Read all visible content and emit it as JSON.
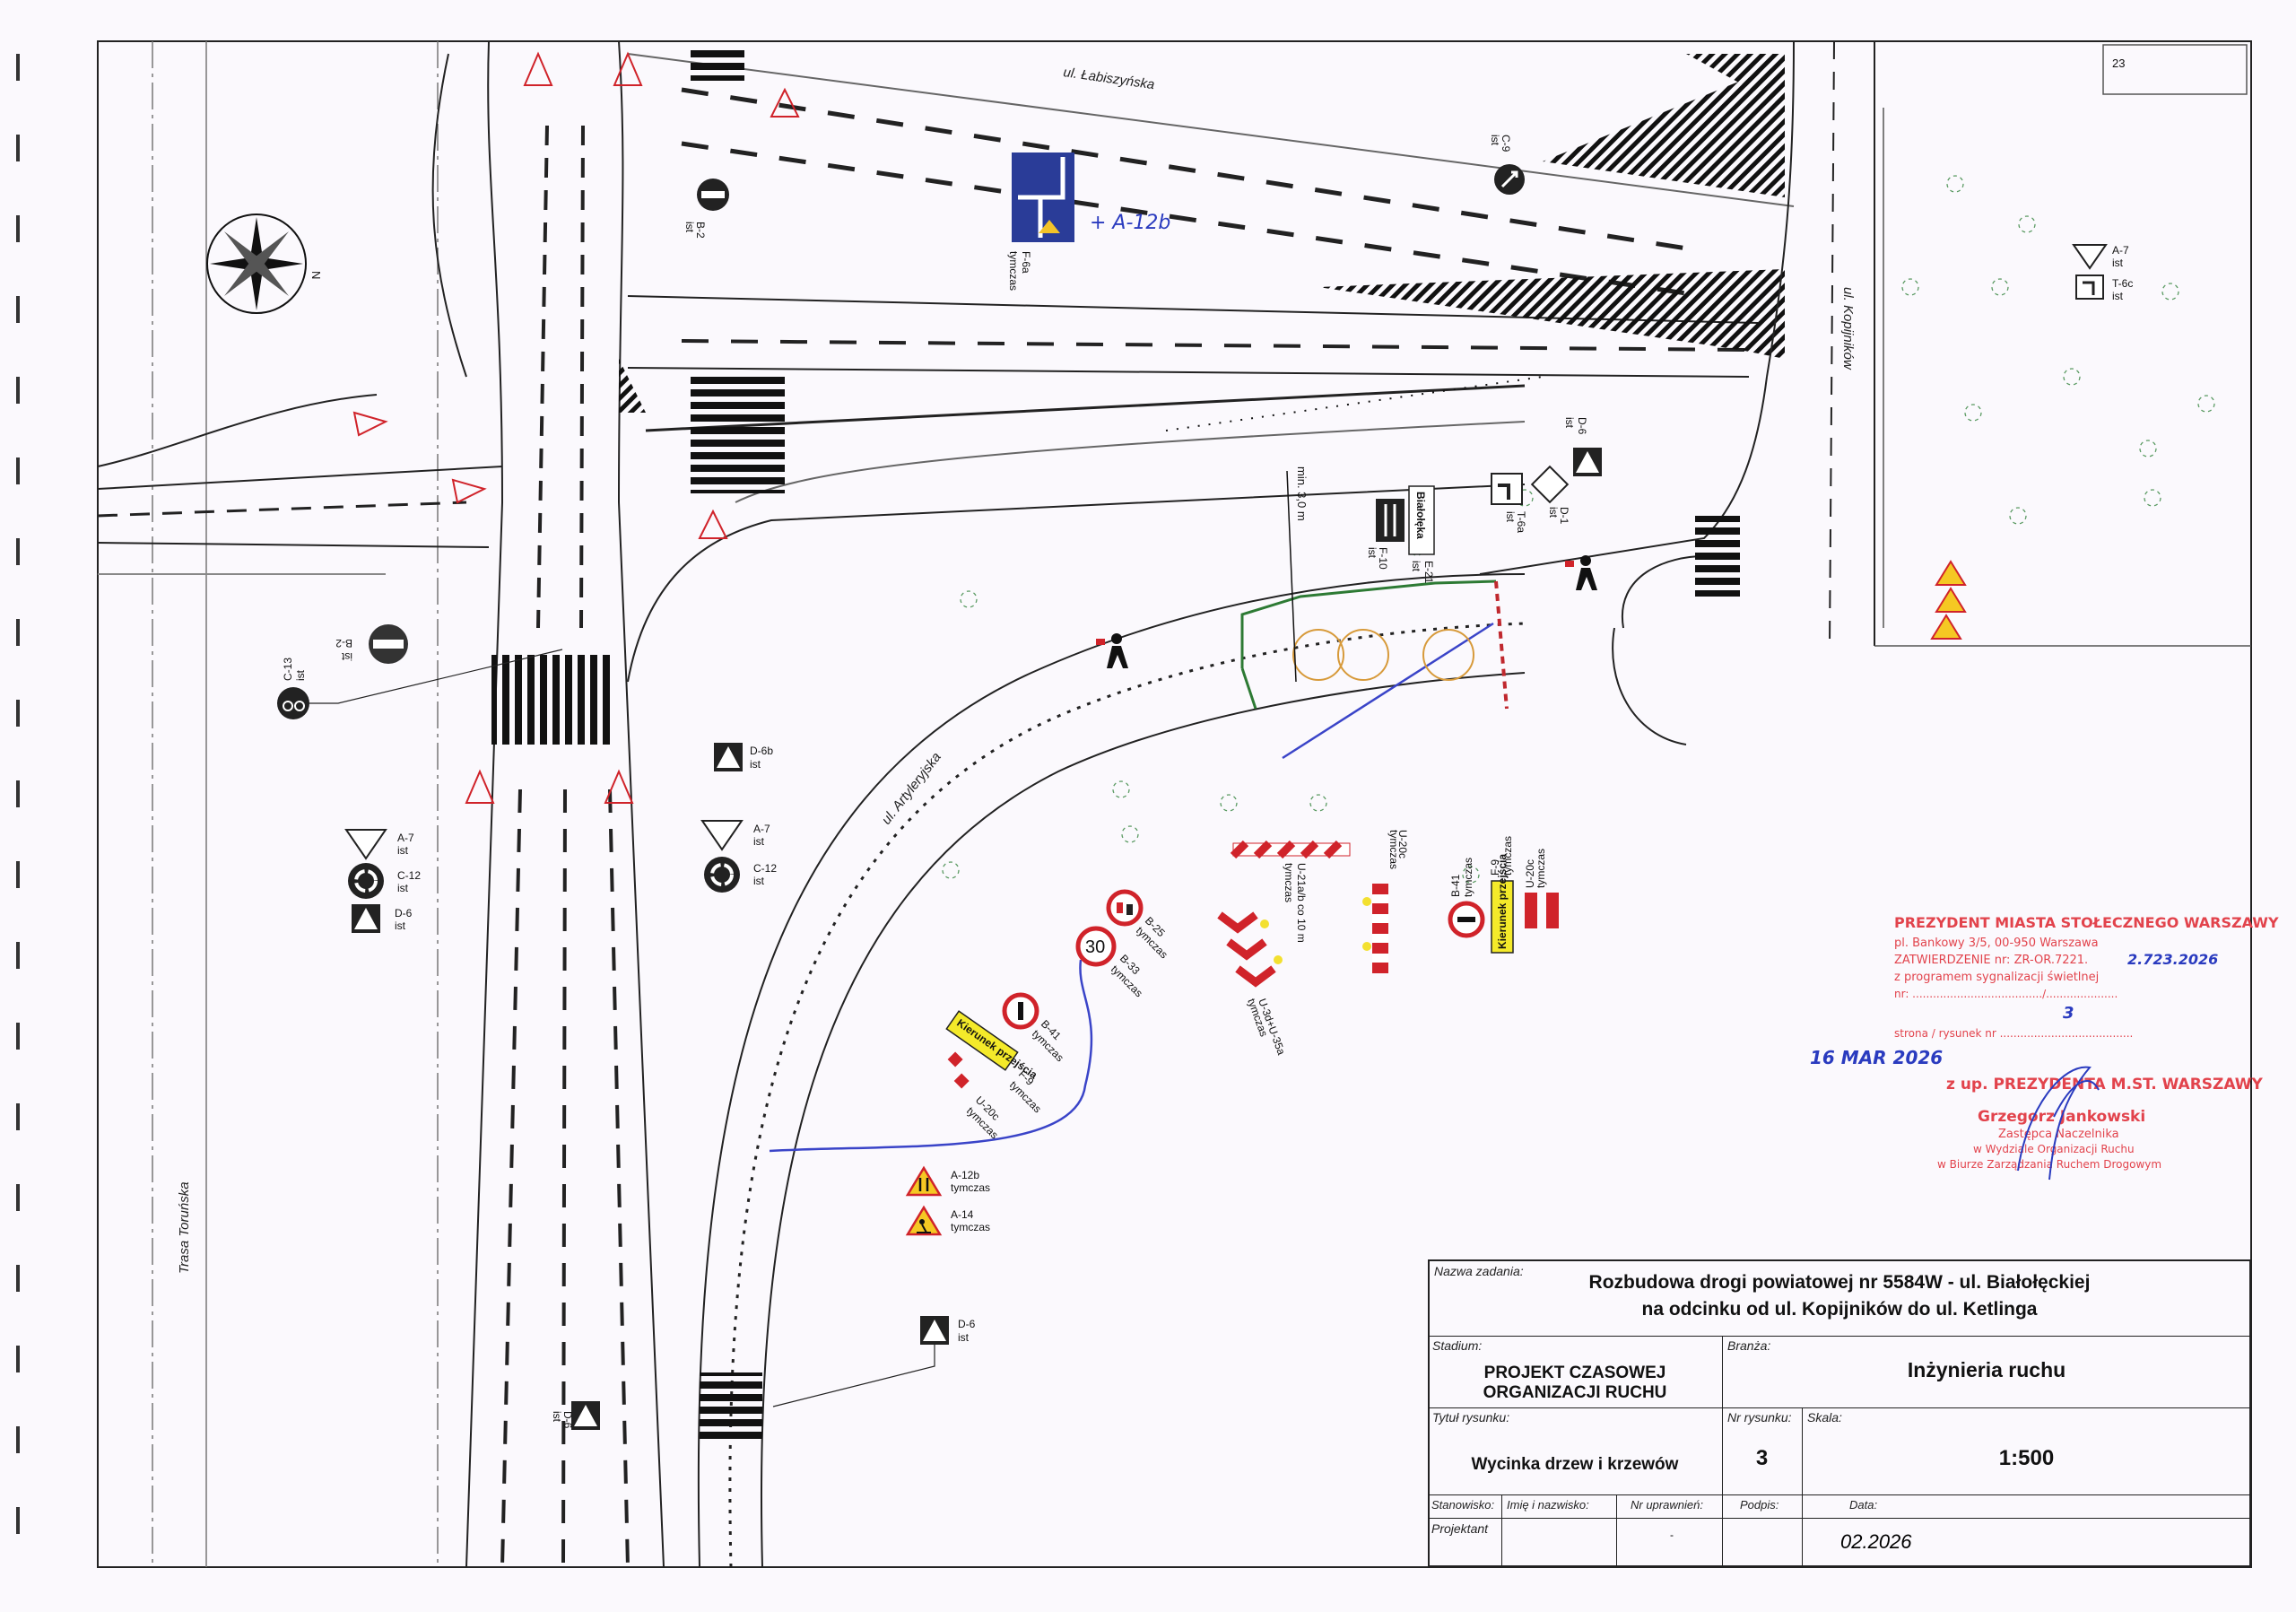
{
  "drawing": {
    "streets": {
      "labiszynska": "ul. Łabiszyńska",
      "kopijnikow": "ul. Kopijników",
      "artyleryjska": "ul. Artyleryjska",
      "trasa_torunska": "Trasa Toruńska"
    },
    "annotations": {
      "min_width": "min. 3,0 m",
      "handwritten_a12b": "+ A-12b",
      "building_no": "23",
      "bialoleka": "Białołęka",
      "kierunek_przejscia": "Kierunek przejścia",
      "speed_30": "30"
    },
    "signs": [
      {
        "code": "B-2",
        "status": "ist"
      },
      {
        "code": "B-2",
        "status": "ist"
      },
      {
        "code": "C-13",
        "status": "ist"
      },
      {
        "code": "A-7",
        "status": "ist"
      },
      {
        "code": "C-12",
        "status": "ist"
      },
      {
        "code": "D-6",
        "status": "ist"
      },
      {
        "code": "A-7",
        "status": "ist"
      },
      {
        "code": "C-12",
        "status": "ist"
      },
      {
        "code": "D-6b",
        "status": "ist"
      },
      {
        "code": "F-6a",
        "status": "tymczas"
      },
      {
        "code": "C-9",
        "status": "ist"
      },
      {
        "code": "A-7",
        "status": "ist"
      },
      {
        "code": "T-6c",
        "status": "ist"
      },
      {
        "code": "D-6",
        "status": "ist"
      },
      {
        "code": "D-1",
        "status": "ist"
      },
      {
        "code": "T-6a",
        "status": "ist"
      },
      {
        "code": "E-21",
        "status": "ist"
      },
      {
        "code": "F-10",
        "status": "ist"
      },
      {
        "code": "B-25",
        "status": "tymczas"
      },
      {
        "code": "B-33",
        "status": "tymczas"
      },
      {
        "code": "B-41",
        "status": "tymczas"
      },
      {
        "code": "F-9",
        "status": "tymczas"
      },
      {
        "code": "U-20c",
        "status": "tymczas"
      },
      {
        "code": "U-3d+U-35a",
        "status": "tymczas"
      },
      {
        "code": "U-21a/b co 10 m",
        "status": "tymczas"
      },
      {
        "code": "U-20c",
        "status": "tymczas"
      },
      {
        "code": "B-41",
        "status": "tymczas"
      },
      {
        "code": "F-9",
        "status": "tymczas"
      },
      {
        "code": "U-20c",
        "status": "tymczas"
      },
      {
        "code": "A-12b",
        "status": "tymczas"
      },
      {
        "code": "A-14",
        "status": "tymczas"
      },
      {
        "code": "D-6",
        "status": "ist"
      },
      {
        "code": "D-6",
        "status": "ist"
      }
    ]
  },
  "stamp": {
    "authority": "PREZYDENT MIASTA STOŁECZNEGO WARSZAWY",
    "address": "pl. Bankowy 3/5, 00-950 Warszawa",
    "approval": "ZATWIERDZENIE nr: ZR-OR.7221.",
    "approval_handwritten": "2.723.2026",
    "signal_program": "z programem sygnalizacji świetlnej",
    "nr_line": "nr: ....................................../.....................",
    "page_line": "strona / rysunek nr .......................................",
    "page_handwritten": "3",
    "date_stamp": "16 MAR 2026",
    "on_behalf": "z up. PREZYDENTA M.ST. WARSZAWY",
    "signatory": "Grzegorz Jankowski",
    "role1": "Zastępca Naczelnika",
    "role2": "w Wydziale Organizacji Ruchu",
    "role3": "w Biurze Zarządzania Ruchem Drogowym"
  },
  "title_block": {
    "task_caption": "Nazwa zadania:",
    "task_line1": "Rozbudowa drogi powiatowej nr 5584W - ul. Białołęckiej",
    "task_line2": "na odcinku od ul. Kopijników do ul. Ketlinga",
    "stage_caption": "Stadium:",
    "stage": "PROJEKT CZASOWEJ ORGANIZACJI RUCHU",
    "branch_caption": "Branża:",
    "branch": "Inżynieria ruchu",
    "drawing_title_caption": "Tytuł rysunku:",
    "drawing_title": "Wycinka drzew i krzewów",
    "drawing_no_caption": "Nr rysunku:",
    "drawing_no": "3",
    "scale_caption": "Skala:",
    "scale": "1:500",
    "position_caption": "Stanowisko:",
    "name_caption": "Imię i nazwisko:",
    "license_caption": "Nr uprawnień:",
    "signature_caption": "Podpis:",
    "date_caption": "Data:",
    "position": "Projektant",
    "license": "-",
    "date": "02.2026"
  }
}
